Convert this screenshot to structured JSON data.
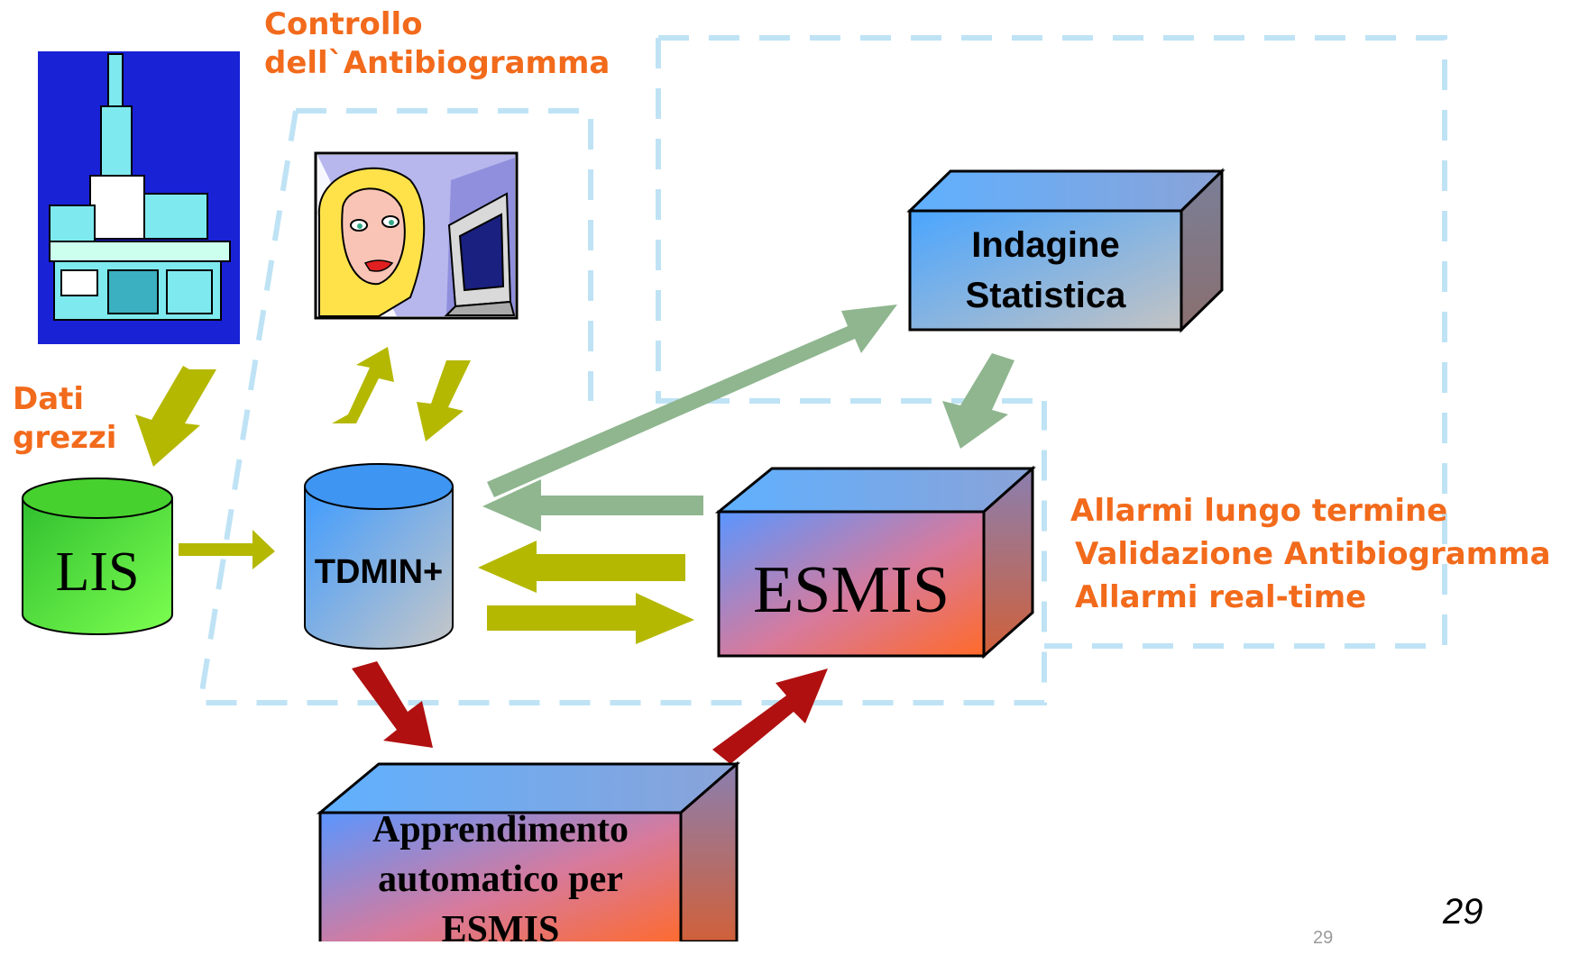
{
  "labels": {
    "controllo": [
      "Controllo",
      "dell`Antibiogramma"
    ],
    "dati": [
      "Dati",
      "grezzi"
    ],
    "allarmi_lungo": "Allarmi lungo termine",
    "validazione": "Validazione Antibiogramma",
    "allarmi_rt": "Allarmi real-time"
  },
  "nodes": {
    "lis": "LIS",
    "tdmin": "TDMIN+",
    "esmis": "ESMIS",
    "indagine": [
      "Indagine",
      "Statistica"
    ],
    "apprendimento": [
      "Apprendimento",
      "automatico per",
      "ESMIS"
    ]
  },
  "icons": {
    "instrument": "lab-analyzer-icon",
    "operator": "woman-at-computer-icon"
  },
  "colors": {
    "label_orange": "#f26a1b",
    "dashed_border": "#bfe3f5",
    "olive_arrow": "#b5b800",
    "green_arrow": "#8fb68f",
    "red_arrow": "#b01010",
    "lis_green": "#55dd33",
    "cylinder_blue": "#5aa0ff"
  },
  "slide_number_small": "29",
  "slide_number": "29"
}
